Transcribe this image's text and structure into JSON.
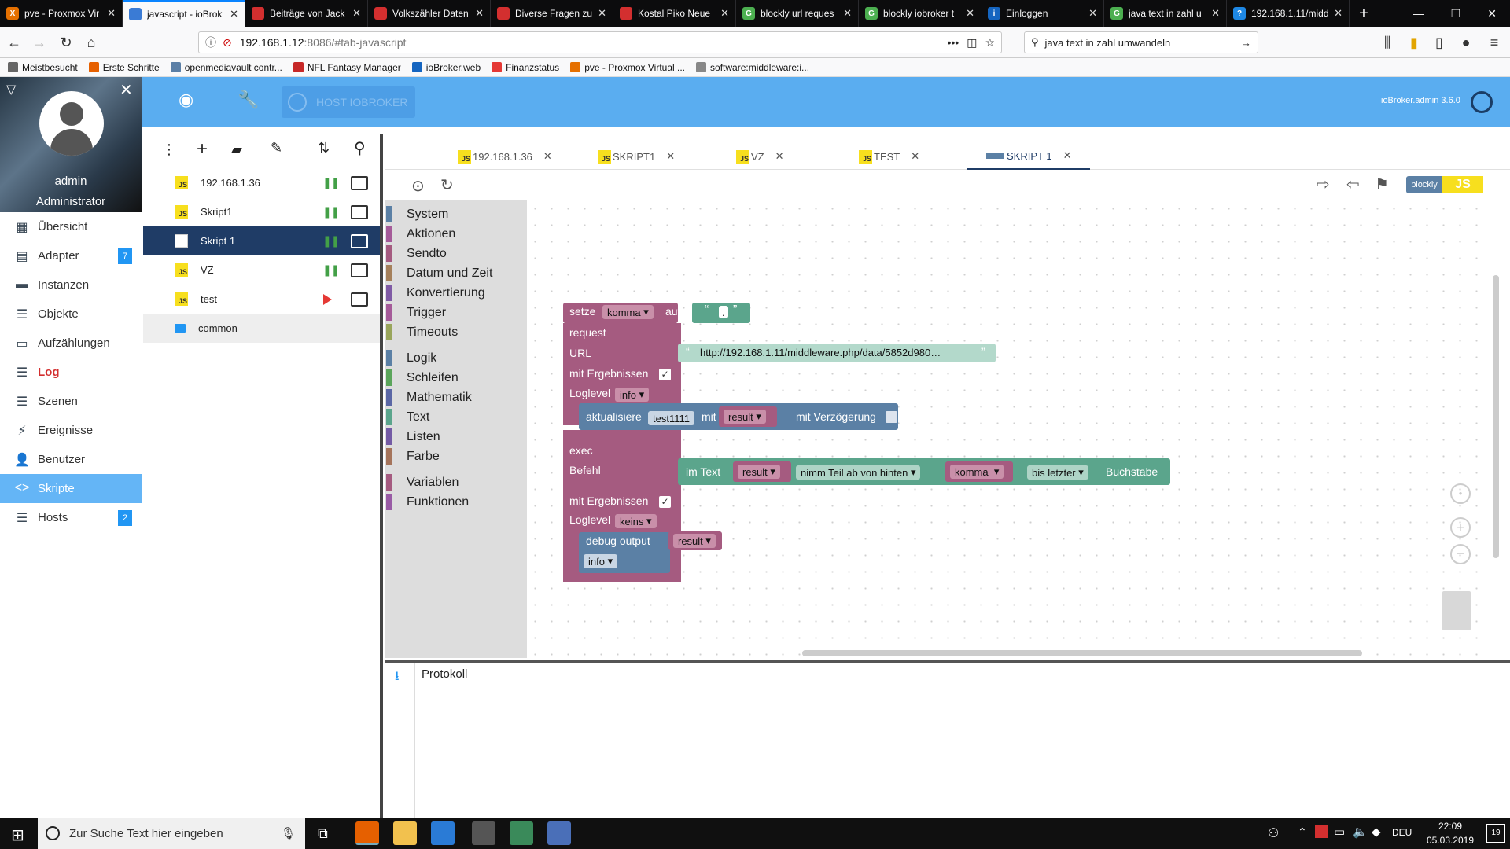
{
  "browser": {
    "tabs": [
      {
        "label": "pve - Proxmox Vir",
        "color": "#e57000",
        "glyph": "X"
      },
      {
        "label": "javascript - ioBrok",
        "color": "#3a7bd5",
        "glyph": "",
        "active": true
      },
      {
        "label": "Beiträge von Jack",
        "color": "#d32f2f",
        "glyph": ""
      },
      {
        "label": "Volkszähler Daten",
        "color": "#d32f2f",
        "glyph": ""
      },
      {
        "label": "Diverse Fragen zu",
        "color": "#d32f2f",
        "glyph": ""
      },
      {
        "label": "Kostal Piko Neue",
        "color": "#d32f2f",
        "glyph": ""
      },
      {
        "label": "blockly url reques",
        "color": "#4caf50",
        "glyph": "G"
      },
      {
        "label": "blockly iobroker t",
        "color": "#4caf50",
        "glyph": "G"
      },
      {
        "label": "Einloggen",
        "color": "#1565c0",
        "glyph": "i"
      },
      {
        "label": "java text in zahl u",
        "color": "#4caf50",
        "glyph": "G"
      },
      {
        "label": "192.168.1.11/midd",
        "color": "#1e88e5",
        "glyph": "?"
      }
    ],
    "url_host": "192.168.1.12",
    "url_rest": ":8086/#tab-javascript",
    "search_value": "java text in zahl umwandeln",
    "bookmarks": [
      {
        "label": "Meistbesucht",
        "color": "#666"
      },
      {
        "label": "Erste Schritte",
        "color": "#e66000"
      },
      {
        "label": "openmediavault contr...",
        "color": "#5b7fa6"
      },
      {
        "label": "NFL Fantasy Manager",
        "color": "#c62828"
      },
      {
        "label": "ioBroker.web",
        "color": "#1565c0"
      },
      {
        "label": "Finanzstatus",
        "color": "#e53935"
      },
      {
        "label": "pve - Proxmox Virtual ...",
        "color": "#e57000"
      },
      {
        "label": "software:middleware:i...",
        "color": "#888"
      }
    ]
  },
  "app": {
    "host_button": "HOST IOBROKER",
    "version": "ioBroker.admin 3.6.0",
    "user_name": "admin",
    "user_role": "Administrator",
    "nav": [
      {
        "label": "Übersicht",
        "icon": "grid-icon",
        "glyph": "▦"
      },
      {
        "label": "Adapter",
        "icon": "store-icon",
        "glyph": "▤",
        "badge": "7"
      },
      {
        "label": "Instanzen",
        "icon": "instances-icon",
        "glyph": "▬"
      },
      {
        "label": "Objekte",
        "icon": "list-icon",
        "glyph": "☰"
      },
      {
        "label": "Aufzählungen",
        "icon": "enum-icon",
        "glyph": "▭"
      },
      {
        "label": "Log",
        "icon": "log-icon",
        "glyph": "☰",
        "log": true
      },
      {
        "label": "Szenen",
        "icon": "scenes-icon",
        "glyph": "☰"
      },
      {
        "label": "Ereignisse",
        "icon": "flash-icon",
        "glyph": "⚡"
      },
      {
        "label": "Benutzer",
        "icon": "user-icon",
        "glyph": "👤"
      },
      {
        "label": "Skripte",
        "icon": "code-icon",
        "glyph": "<>",
        "active": true
      },
      {
        "label": "Hosts",
        "icon": "hosts-icon",
        "glyph": "☰",
        "badge": "2"
      }
    ]
  },
  "scripts_tree": [
    {
      "label": "192.168.1.36",
      "type": "js",
      "state": "running"
    },
    {
      "label": "Skript1",
      "type": "js",
      "state": "running"
    },
    {
      "label": "Skript 1",
      "type": "blockly",
      "state": "running",
      "selected": true
    },
    {
      "label": "VZ",
      "type": "js",
      "state": "running"
    },
    {
      "label": "test",
      "type": "js",
      "state": "stopped"
    },
    {
      "label": "common",
      "type": "folder",
      "state": ""
    }
  ],
  "editor": {
    "tabs": [
      {
        "label": "192.168.1.36",
        "type": "js"
      },
      {
        "label": "SKRIPT1",
        "type": "js"
      },
      {
        "label": "VZ",
        "type": "js"
      },
      {
        "label": "TEST",
        "type": "js"
      },
      {
        "label": "SKRIPT 1",
        "type": "blockly",
        "active": true
      }
    ],
    "mode_label": "blockly",
    "mode_js": "JS",
    "categories": [
      {
        "label": "System",
        "color": "#5b80a5"
      },
      {
        "label": "Aktionen",
        "color": "#a55b99"
      },
      {
        "label": "Sendto",
        "color": "#a55b80"
      },
      {
        "label": "Datum und Zeit",
        "color": "#a5805b"
      },
      {
        "label": "Konvertierung",
        "color": "#805ba5"
      },
      {
        "label": "Trigger",
        "color": "#a55b99"
      },
      {
        "label": "Timeouts",
        "color": "#99a55b"
      },
      {
        "label": "Logik",
        "color": "#5b80a5"
      },
      {
        "label": "Schleifen",
        "color": "#5ba55b"
      },
      {
        "label": "Mathematik",
        "color": "#5b67a5"
      },
      {
        "label": "Text",
        "color": "#5ba58c"
      },
      {
        "label": "Listen",
        "color": "#745ba5"
      },
      {
        "label": "Farbe",
        "color": "#a5745b"
      },
      {
        "label": "Variablen",
        "color": "#a55b80"
      },
      {
        "label": "Funktionen",
        "color": "#995ba5"
      }
    ],
    "blocks": {
      "setze": "setze",
      "var_komma": "komma",
      "auf": "auf",
      "text_value": ".",
      "request": "request",
      "url": "URL",
      "url_value": "http://192.168.1.11/middleware.php/data/5852d980…",
      "mit_ergebnissen": "mit Ergebnissen",
      "loglevel": "Loglevel",
      "loglevel_info": "info",
      "aktualisiere": "aktualisiere",
      "test1111": "test1111",
      "mit": "mit",
      "result": "result",
      "mit_verzoegerung": "mit Verzögerung",
      "exec": "exec",
      "befehl": "Befehl",
      "im_text": "im Text",
      "nimm_teil": "nimm Teil ab von hinten",
      "bis_letzter": "bis letzter",
      "buchstabe": "Buchstabe",
      "loglevel_keins": "keins",
      "debug_output": "debug output",
      "debug_info": "info"
    },
    "log_title": "Protokoll"
  },
  "taskbar": {
    "search_placeholder": "Zur Suche Text hier eingeben",
    "language": "DEU",
    "time": "22:09",
    "date": "05.03.2019",
    "notifications": "19"
  }
}
